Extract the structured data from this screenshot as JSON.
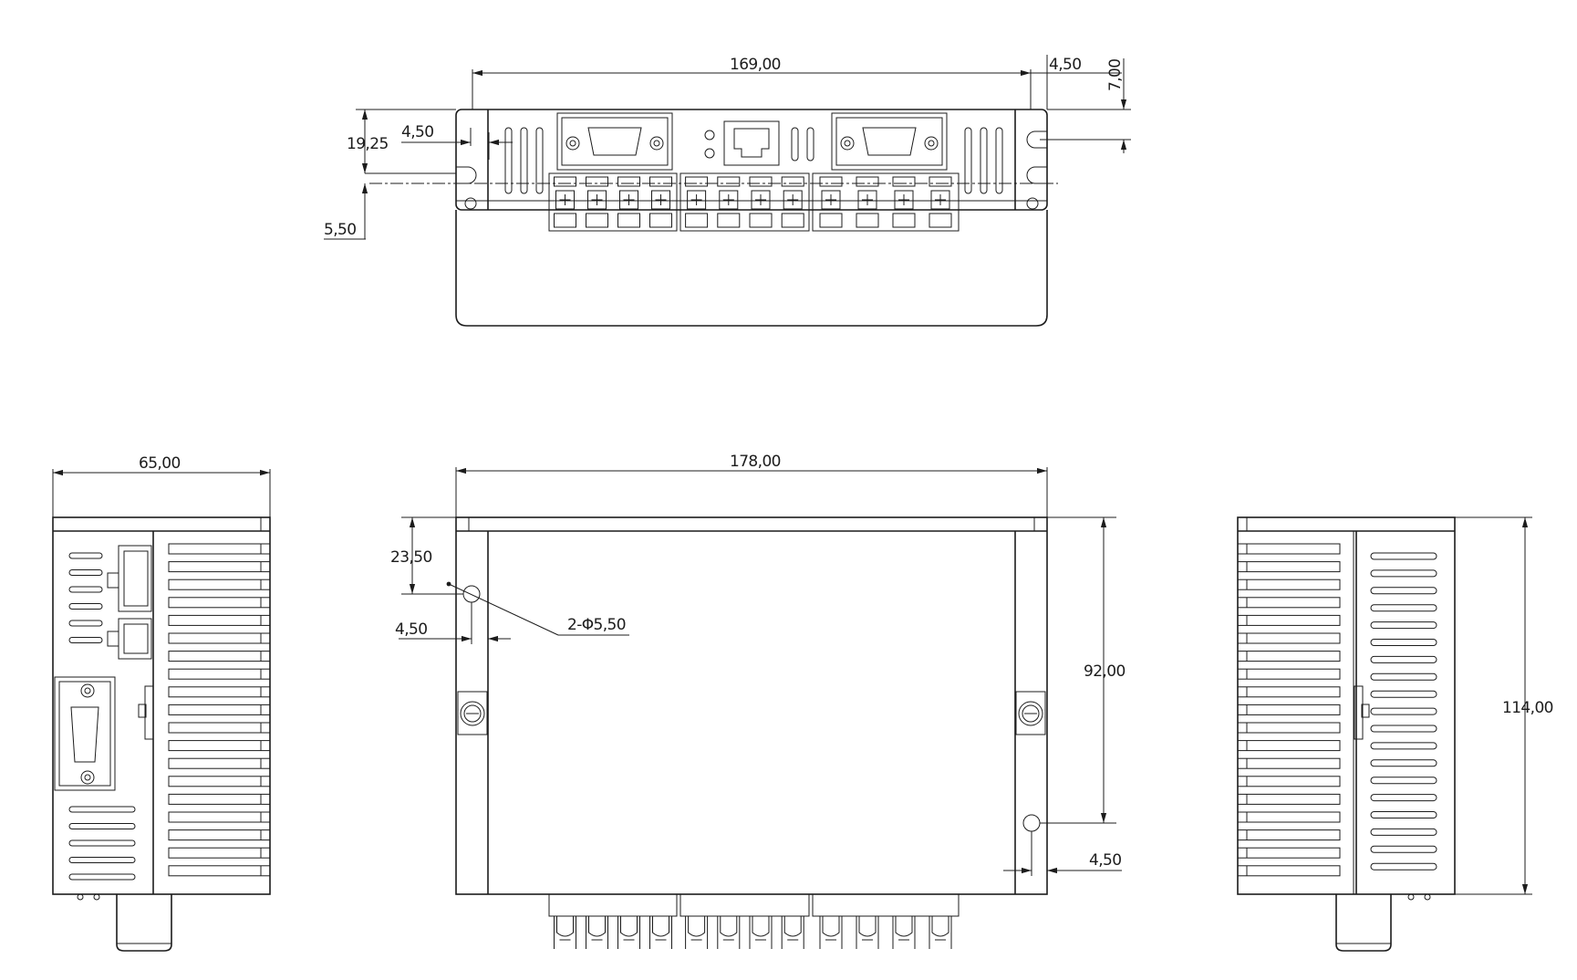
{
  "views": {
    "top": {
      "dims": {
        "width_169": "169,00",
        "offset_4_50": "4,50",
        "height_7_00": "7,00",
        "height_19_25": "19,25",
        "inset_4_50": "4,50",
        "offset_5_50": "5,50"
      }
    },
    "left": {
      "dims": {
        "width_65": "65,00"
      }
    },
    "front": {
      "dims": {
        "width_178": "178,00",
        "offset_23_50": "23,50",
        "inset_4_50": "4,50",
        "hole_callout": "2-Φ5,50",
        "height_92": "92,00",
        "inset_4_50_b": "4,50"
      }
    },
    "right": {
      "dims": {
        "height_114": "114,00"
      }
    }
  }
}
